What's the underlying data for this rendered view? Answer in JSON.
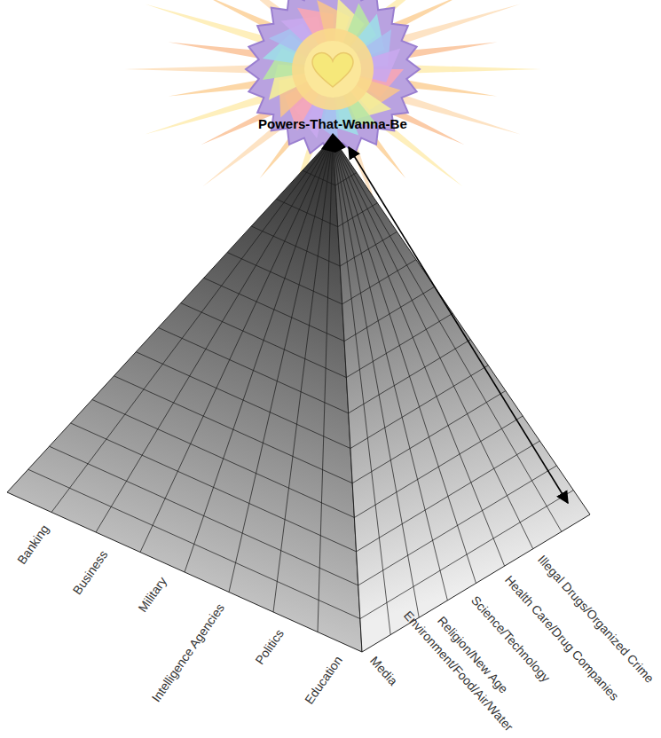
{
  "diagram": {
    "labels": [
      "Powers-That-Wanna-Be",
      "Banking",
      "Business",
      "Military",
      "Intelligence Agencies",
      "Politics",
      "Education",
      "Media",
      "Environment/Food/Air/Water",
      "Religion/New Age",
      "Science/Technology",
      "Health Care/Drug Companies",
      "Illegal Drugs/Organized Crime"
    ]
  }
}
